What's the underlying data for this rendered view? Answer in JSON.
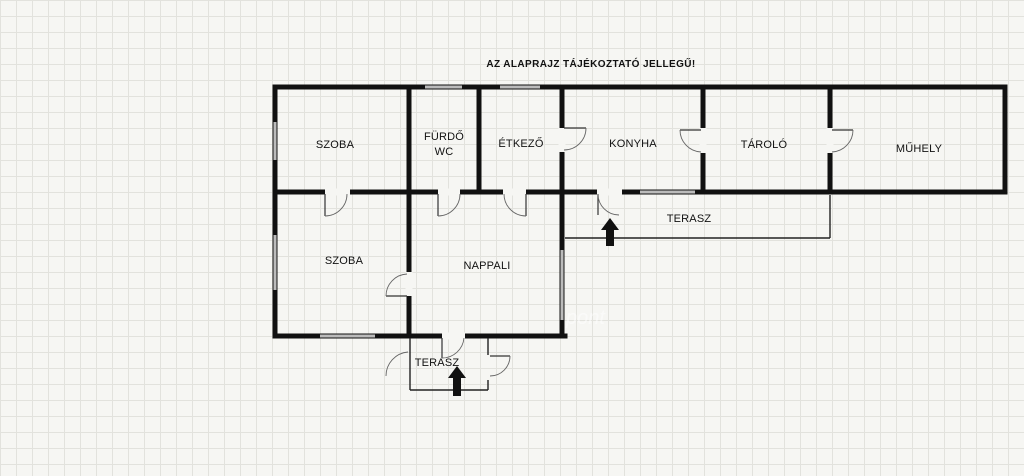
{
  "plan": {
    "note": "AZ ALAPRAJZ TÁJÉKOZTATÓ JELLEGŰ!",
    "watermark": "pont",
    "rooms": {
      "szoba_top": "SZOBA",
      "furdo_line1": "FÜRDŐ",
      "furdo_line2": "WC",
      "etkezo": "ÉTKEZŐ",
      "konyha": "KONYHA",
      "tarolo": "TÁROLÓ",
      "muhely": "MŰHELY",
      "terasz_right": "TERASZ",
      "szoba_bottom": "SZOBA",
      "nappali": "NAPPALI",
      "terasz_front": "TERASZ"
    },
    "entrances": [
      "entrance-arrow-terasz",
      "entrance-arrow-front"
    ],
    "colors": {
      "wall": "#111111",
      "background": "#f6f6f3",
      "grid": "#e2e2dd"
    }
  }
}
